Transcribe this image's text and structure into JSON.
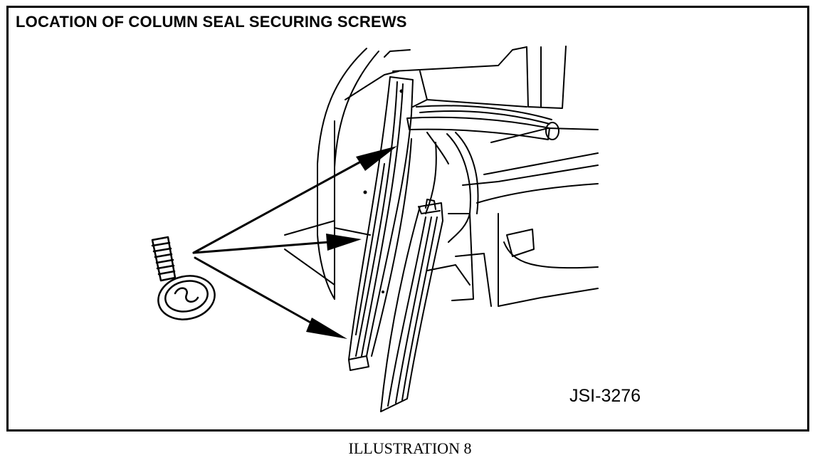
{
  "title": "LOCATION OF COLUMN SEAL SECURING SCREWS",
  "figure_code": "JSI-3276",
  "caption": "ILLUSTRATION 8",
  "colors": {
    "ink": "#000000",
    "paper": "#ffffff"
  },
  "icons": [
    "screw-icon",
    "pointer-arrow-icon"
  ]
}
